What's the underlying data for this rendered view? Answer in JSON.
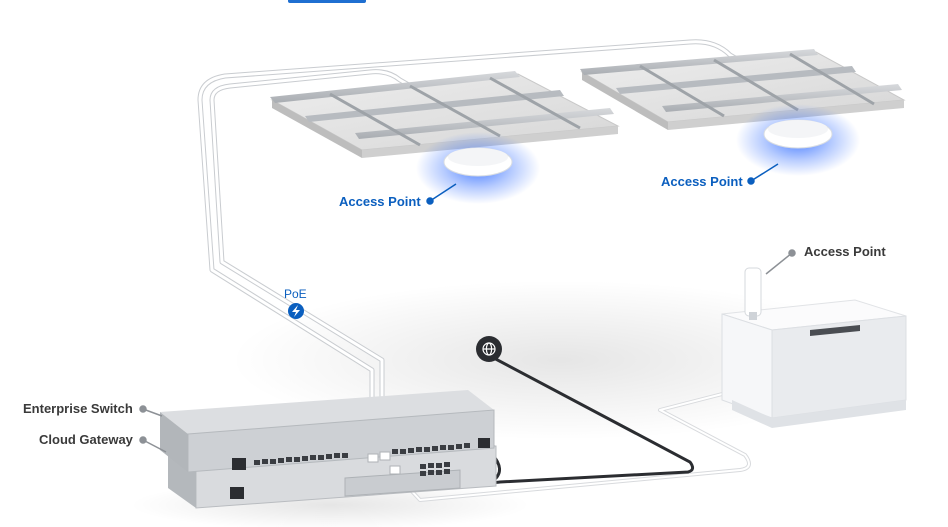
{
  "labels": {
    "ap_left": "Access Point",
    "ap_center": "Access Point",
    "ap_right": "Access Point",
    "poe": "PoE",
    "switch": "Enterprise Switch",
    "gateway": "Cloud Gateway"
  },
  "icons": {
    "poe_badge": "lightning-bolt-icon",
    "internet_badge": "globe-icon"
  },
  "colors": {
    "accent_blue": "#0b5fbf",
    "ap_glow": "#2f6bff",
    "label_dark": "#3a3a3a"
  }
}
